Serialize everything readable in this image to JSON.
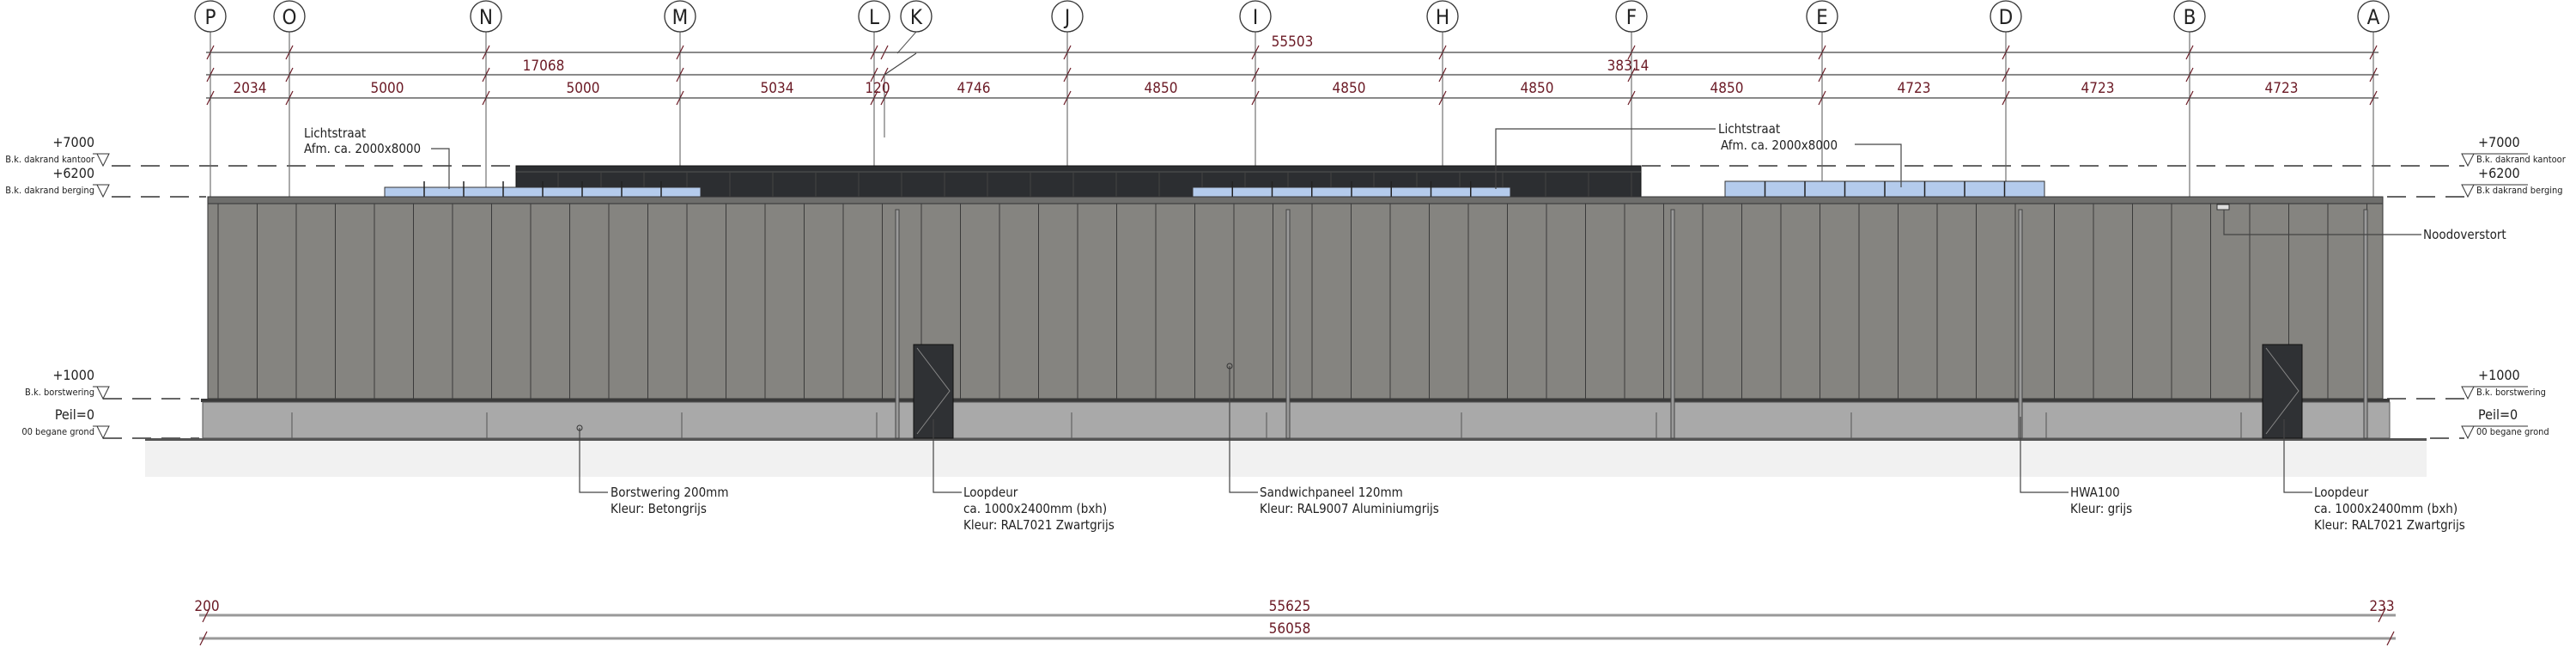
{
  "drawing": {
    "grid_axes": [
      "P",
      "O",
      "N",
      "M",
      "L",
      "K",
      "J",
      "I",
      "H",
      "F",
      "E",
      "D",
      "B",
      "A"
    ],
    "dimensions_top": {
      "overall": "55503",
      "part_left": "17068",
      "part_right": "38314",
      "bays": [
        "2034",
        "5000",
        "5000",
        "5034",
        "120",
        "4746",
        "4850",
        "4850",
        "4850",
        "4850",
        "4723",
        "4723",
        "4723"
      ]
    },
    "dimensions_bottom": {
      "left_offset": "200",
      "inner": "55625",
      "right_offset": "233",
      "overall": "56058"
    },
    "levels_left": [
      {
        "value": "+7000",
        "name": "B.k. dakrand kantoor"
      },
      {
        "value": "+6200",
        "name": "B.k. dakrand berging"
      },
      {
        "value": "+1000",
        "name": "B.k. borstwering"
      },
      {
        "value": "Peil=0",
        "name": "00 begane grond"
      }
    ],
    "levels_right": [
      {
        "value": "+7000",
        "name": "B.k. dakrand kantoor"
      },
      {
        "value": "+6200",
        "name": "B.k dakrand berging"
      },
      {
        "value": "+1000",
        "name": "B.k. borstwering"
      },
      {
        "value": "Peil=0",
        "name": "00 begane grond"
      }
    ],
    "annotations": {
      "lichtstraat_left": [
        "Lichtstraat",
        "Afm. ca. 2000x8000"
      ],
      "lichtstraat_right": [
        "Lichtstraat",
        "Afm. ca. 2000x8000"
      ],
      "noodoverstort": "Noodoverstort",
      "borstwering": [
        "Borstwering 200mm",
        "Kleur: Betongrijs"
      ],
      "loopdeur_left": [
        "Loopdeur",
        "ca. 1000x2400mm (bxh)",
        "Kleur: RAL7021 Zwartgrijs"
      ],
      "sandwichpaneel": [
        "Sandwichpaneel 120mm",
        "Kleur: RAL9007 Aluminiumgrijs"
      ],
      "hwa": [
        "HWA100",
        "Kleur: grijs"
      ],
      "loopdeur_right": [
        "Loopdeur",
        "ca. 1000x2400mm (bxh)",
        "Kleur: RAL7021 Zwartgrijs"
      ]
    },
    "colors": {
      "wall": "#858480",
      "plinth": "#a9a9a9",
      "office": "#2c2e31",
      "skylight": "#b4cbec",
      "door": "#2f3134",
      "dimension_text": "#6b1a25"
    }
  }
}
